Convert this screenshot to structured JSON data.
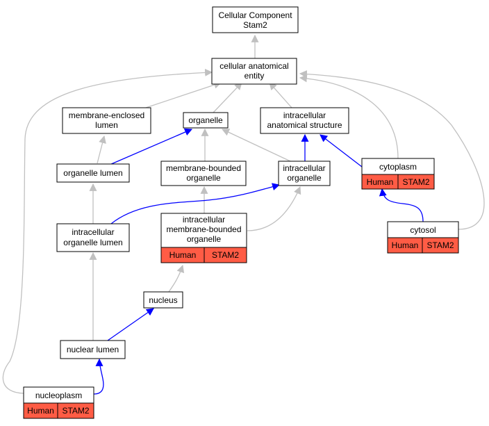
{
  "colors": {
    "gray_edge": "#c0c0c0",
    "blue_edge": "#0000ff",
    "annotation_fill": "#ff5c45"
  },
  "nodes": {
    "root": {
      "lines": [
        "Cellular Component",
        "Stam2"
      ]
    },
    "cae": {
      "lines": [
        "cellular anatomical",
        "entity"
      ]
    },
    "mel": {
      "lines": [
        "membrane-enclosed",
        "lumen"
      ]
    },
    "organelle": {
      "lines": [
        "organelle"
      ]
    },
    "ias": {
      "lines": [
        "intracellular",
        "anatomical structure"
      ]
    },
    "ol": {
      "lines": [
        "organelle lumen"
      ]
    },
    "mbo": {
      "lines": [
        "membrane-bounded",
        "organelle"
      ]
    },
    "io": {
      "lines": [
        "intracellular",
        "organelle"
      ]
    },
    "cytoplasm": {
      "lines": [
        "cytoplasm"
      ],
      "tags": [
        "Human",
        "STAM2"
      ]
    },
    "iol": {
      "lines": [
        "intracellular",
        "organelle lumen"
      ]
    },
    "imbo": {
      "lines": [
        "intracellular",
        "membrane-bounded",
        "organelle"
      ],
      "tags": [
        "Human",
        "STAM2"
      ]
    },
    "cytosol": {
      "lines": [
        "cytosol"
      ],
      "tags": [
        "Human",
        "STAM2"
      ]
    },
    "nucleus": {
      "lines": [
        "nucleus"
      ]
    },
    "nl": {
      "lines": [
        "nuclear lumen"
      ]
    },
    "np": {
      "lines": [
        "nucleoplasm"
      ],
      "tags": [
        "Human",
        "STAM2"
      ]
    }
  }
}
